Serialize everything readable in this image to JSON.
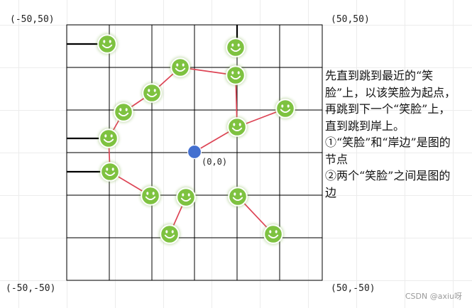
{
  "corners": {
    "top_left": "(-50,50)",
    "top_right": "(50,50)",
    "bottom_left": "(-50,-50)",
    "bottom_right": "(50,-50)"
  },
  "origin_label": "(0,0)",
  "explanation": {
    "intro": "先直到跳到最近的“笑脸”上，以该笑脸为起点，再跳到下一个“笑脸”上，直到跳到岸上。",
    "point1": "①“笑脸”和“岸边”是图的节点",
    "point2": "②两个“笑脸”之间是图的边"
  },
  "watermark": "CSDN @axiu呀",
  "colors": {
    "smiley_fill": "#7ec240",
    "edge": "#dd4455",
    "origin": "#4470d0",
    "shore_edge": "#000000"
  },
  "icons": {
    "smiley": "smiley-face-icon",
    "origin": "origin-dot-icon"
  }
}
